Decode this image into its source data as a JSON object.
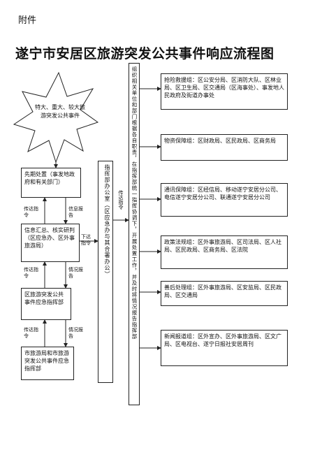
{
  "attachment_label": "附件",
  "title": "遂宁市安居区旅游突发公共事件响应流程图",
  "start_event": "特大、重大、较大旅游突发公共事件",
  "left_chain": {
    "first_response": "先期处置（事发地政府和有关部门）",
    "info_gathering": "信息汇总、核实研判（区应急办、区外事旅游局）",
    "command_dept": "区旅游突发公共事件应急指挥部",
    "city_dept": "市旅游局和市旅游突发公共事件应急指挥部"
  },
  "edge_labels": {
    "report_up": "信息报告",
    "direct_down": "传达指令",
    "situation_report": "情况报告",
    "issue_command": "下达指令"
  },
  "center_column": "指挥部办公室（区应急办与其合署办公）",
  "right_column": "组织相关单位和部门根据各自职责，在指挥部统一指挥协调下，开展处置工作，并及时将情况报告指挥部",
  "groups": [
    "抢险救援组：区公安分局、区消防大队、区林业局、区卫生局、区交通局（区海事处）、事发地人民政府及街道办事处",
    "物资保障组：区财政局、区民政局、区商务局",
    "通讯保障组：区经信局、移动遂宁安居分公司、电信遂宁安居分公司、联通遂宁安居分公司",
    "政策法规组：区外事旅游局、区司法局、区人社局、区民政局、区商务局、区法院",
    "善后处理组：区外事旅游局、区安监局、区民政局、区交通局",
    "新闻报道组：区外宣办、区外事旅游局、区文广局、区电视台、遂宁日报社安居周刊"
  ]
}
